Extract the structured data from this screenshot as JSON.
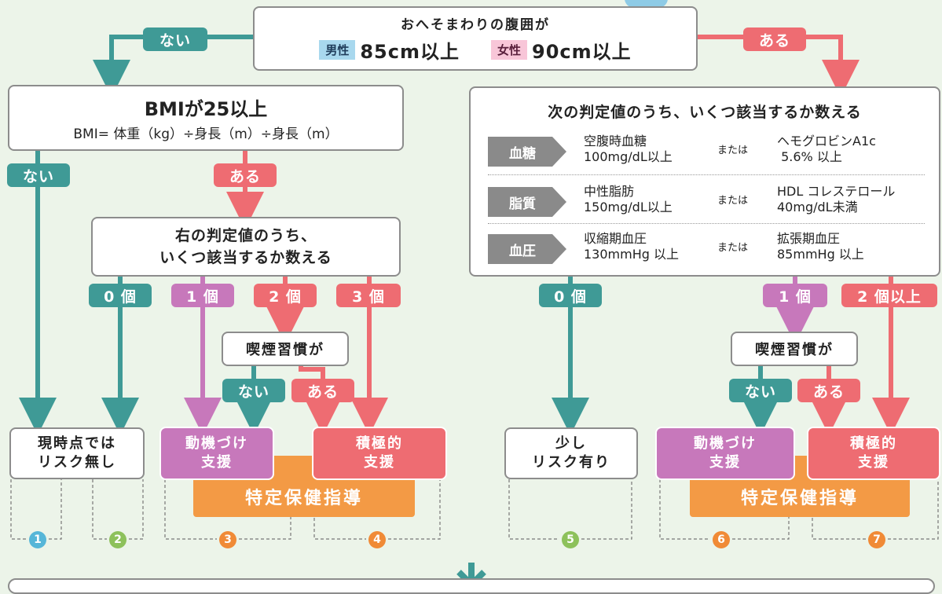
{
  "top": {
    "question": "おへそまわりの腹囲が",
    "male_label": "男性",
    "male_value": "85cm以上",
    "female_label": "女性",
    "female_value": "90cm以上"
  },
  "branch": {
    "no": "ない",
    "yes": "ある"
  },
  "bmi": {
    "title": "BMIが25以上",
    "formula": "BMI= 体重（kg）÷身長（m）÷身長（m）"
  },
  "count_left": {
    "line1": "右の判定値のうち、",
    "line2": "いくつ該当するか数える"
  },
  "count_right": {
    "title": "次の判定値のうち、いくつ該当するか数える",
    "or_label": "または",
    "rows": [
      {
        "tag": "血糖",
        "a1": "空腹時血糖",
        "a2": "100mg/dL以上",
        "b1": "ヘモグロビンA1c",
        "b2": " 5.6% 以上"
      },
      {
        "tag": "脂質",
        "a1": "中性脂肪",
        "a2": "150mg/dL以上",
        "b1": "HDL コレステロール",
        "b2": "40mg/dL未満"
      },
      {
        "tag": "血圧",
        "a1": "収縮期血圧",
        "a2": "130mmHg 以上",
        "b1": "拡張期血圧",
        "b2": "85mmHg 以上"
      }
    ]
  },
  "counts": {
    "zero": "0 個",
    "one": "1 個",
    "two": "2 個",
    "three": "3 個",
    "two_plus": "2 個以上"
  },
  "smoking": "喫煙習慣が",
  "outcomes": {
    "no_risk_1": "現時点では",
    "no_risk_2": "リスク無し",
    "some_risk_1": "少し",
    "some_risk_2": "リスク有り",
    "motivation_1": "動機づけ",
    "motivation_2": "支援",
    "active_1": "積極的",
    "active_2": "支援",
    "guidance": "特定保健指導"
  },
  "numbers": [
    "1",
    "2",
    "3",
    "4",
    "5",
    "6",
    "7"
  ],
  "colors": {
    "teal": "#3f9a96",
    "red": "#ee6c72",
    "purple": "#c778bb",
    "orange": "#f39a45",
    "n1": "#56b6d8",
    "n2": "#8dc15b",
    "n_orange": "#f08a36",
    "male_bg": "#a8d8ee",
    "female_bg": "#f8c6d8"
  }
}
